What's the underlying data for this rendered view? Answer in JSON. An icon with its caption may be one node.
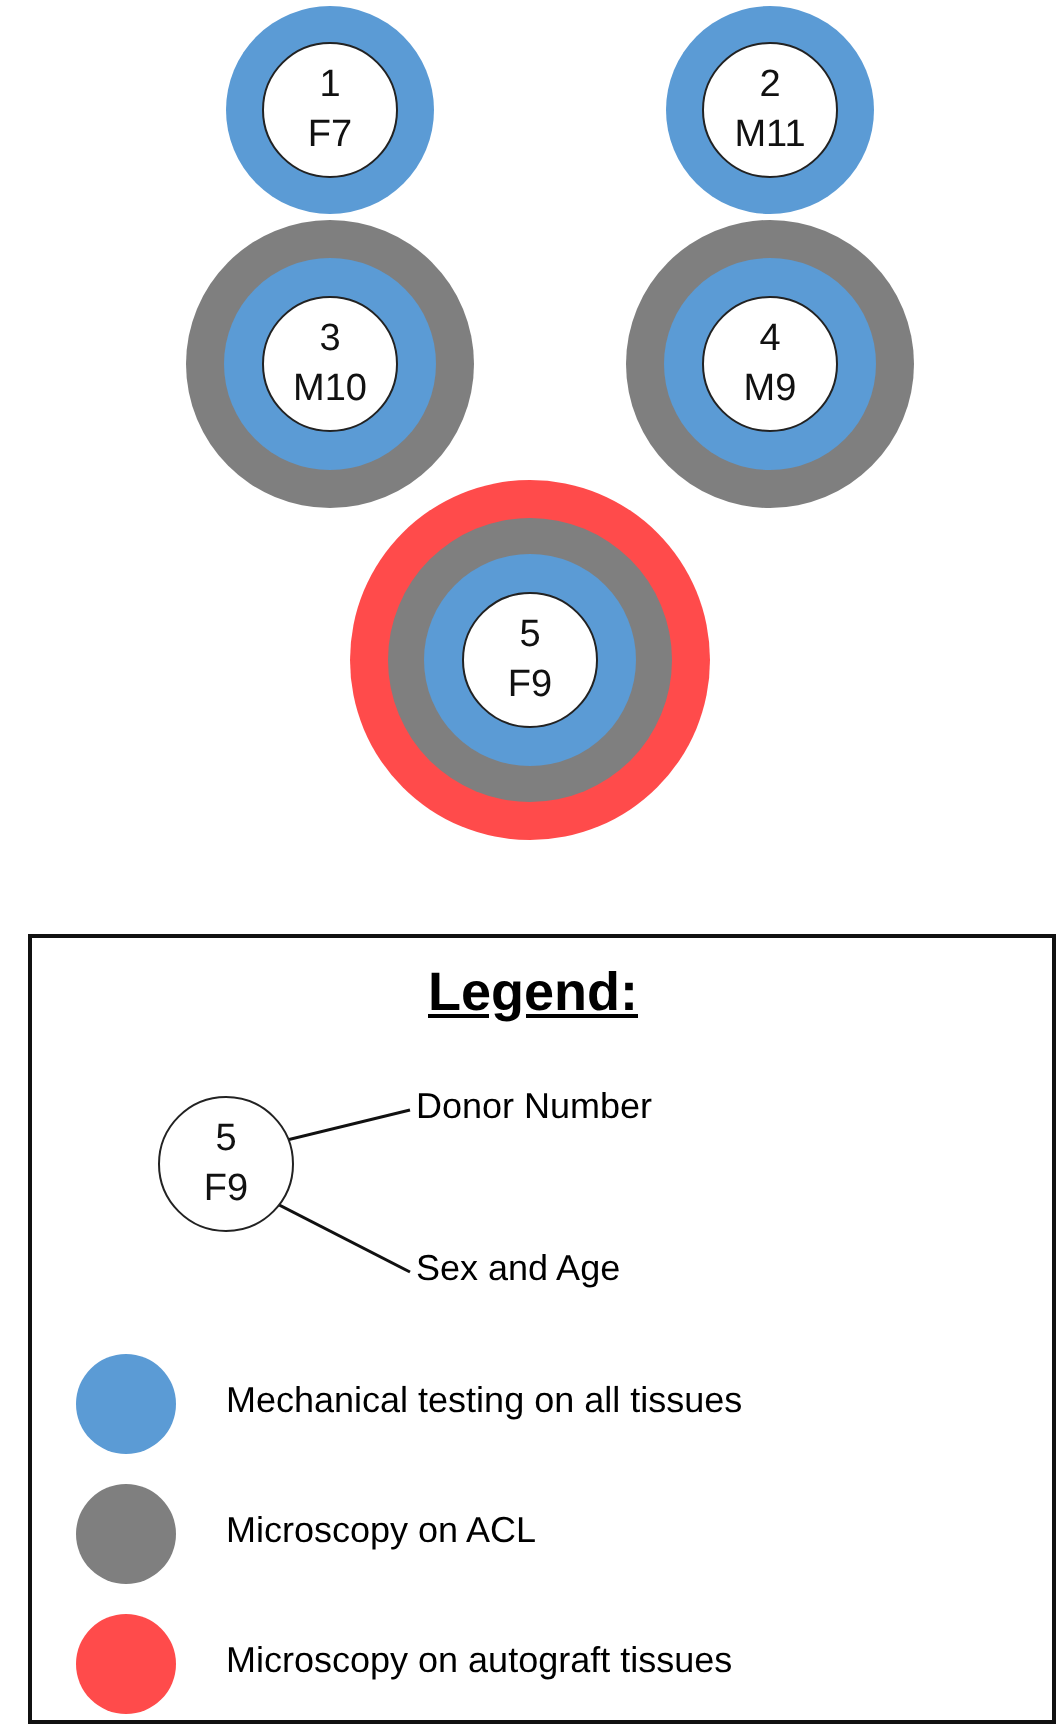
{
  "diagram": {
    "nodes": [
      {
        "text": [],
        "shape": "circle"
      },
      {
        "text": [
          "1",
          "F7"
        ],
        "in": 0
      },
      {
        "text": [],
        "shape": "circle"
      },
      {
        "text": [
          "2",
          "M11"
        ],
        "in": 2
      },
      {
        "text": [],
        "shape": "circle"
      },
      {
        "text": [],
        "shape": "circle",
        "in": 4
      },
      {
        "text": [
          "3",
          "M10"
        ],
        "in": 5
      },
      {
        "text": [],
        "shape": "circle"
      },
      {
        "text": [],
        "shape": "circle",
        "in": 7
      },
      {
        "text": [
          "4",
          "M9"
        ],
        "in": 8
      },
      {
        "text": [],
        "shape": "circle"
      },
      {
        "text": [],
        "shape": "circle",
        "in": 10
      },
      {
        "text": [],
        "shape": "circle",
        "in": 11
      },
      {
        "text": [
          "5",
          "F9"
        ],
        "in": 12
      },
      {
        "text": [
          "5",
          "F9"
        ]
      },
      {
        "text": [
          "Donor Number"
        ]
      },
      {
        "text": [
          "Sex and Age"
        ]
      }
    ],
    "edges": [
      {
        "from": 15,
        "to": 14,
        "arrow": "none"
      },
      {
        "from": 16,
        "to": 14,
        "arrow": "none"
      }
    ],
    "labels": [
      "Legend:"
    ],
    "legend": [
      {
        "text": "Mechanical testing on all tissues",
        "color": "#5b9bd5"
      },
      {
        "text": "Microscopy on ACL",
        "color": "#7f7f7f"
      },
      {
        "text": "Microscopy on autograft tissues",
        "color": "#ff4b4b"
      }
    ]
  }
}
